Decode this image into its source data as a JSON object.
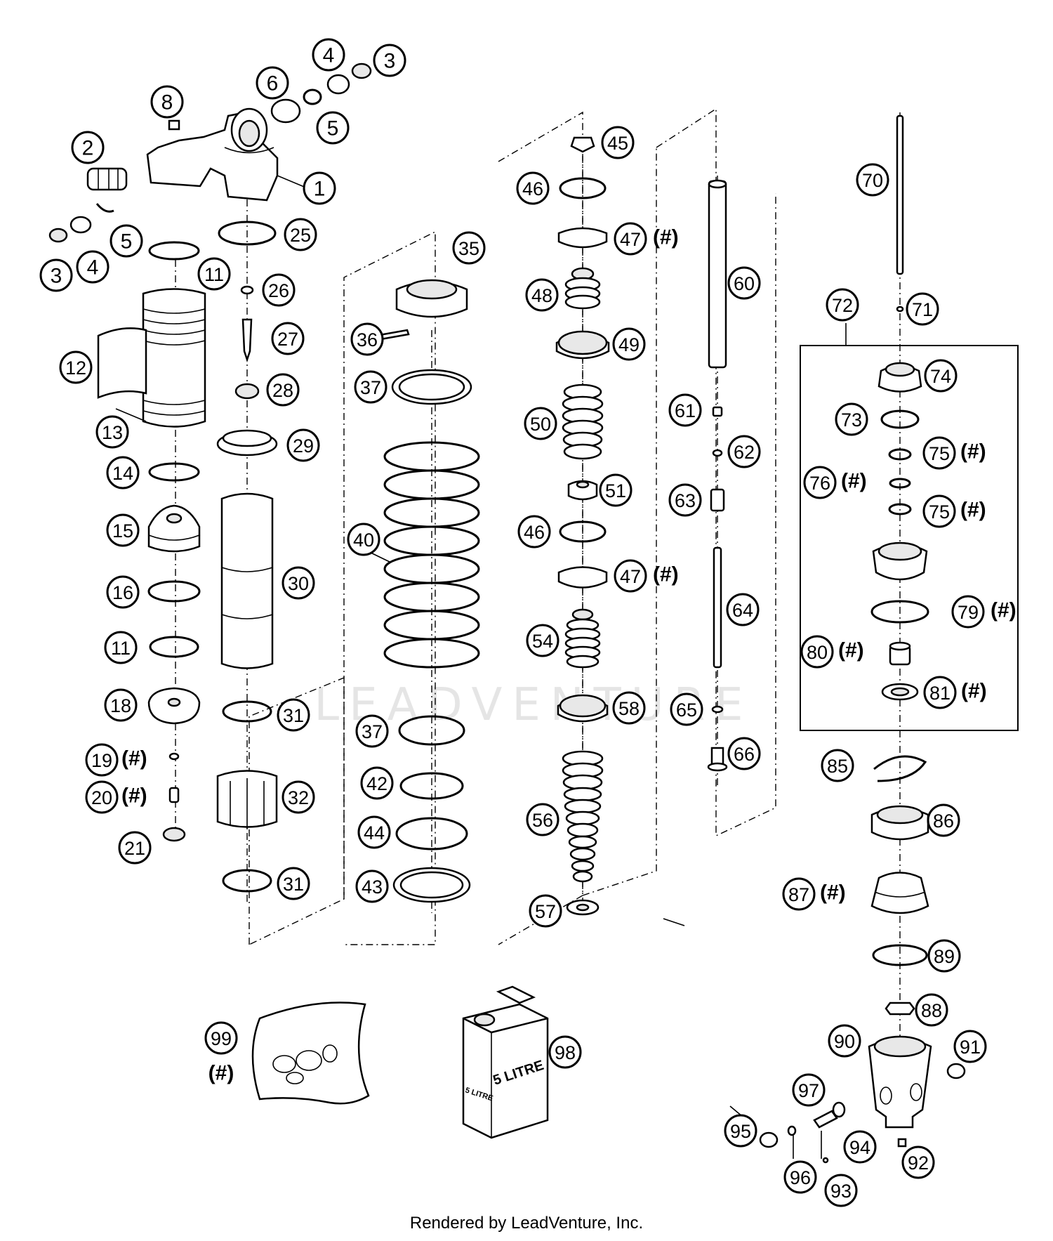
{
  "footer": {
    "credit": "Rendered by LeadVenture, Inc."
  },
  "watermark": {
    "text": "LEADVENTURE"
  },
  "oil_can": {
    "label_front": "5 LITRE",
    "label_side": "5 LITRE"
  },
  "callouts": [
    {
      "id": "c1",
      "num": "1"
    },
    {
      "id": "c2",
      "num": "2"
    },
    {
      "id": "c3a",
      "num": "3"
    },
    {
      "id": "c3b",
      "num": "3"
    },
    {
      "id": "c4a",
      "num": "4"
    },
    {
      "id": "c4b",
      "num": "4"
    },
    {
      "id": "c5a",
      "num": "5"
    },
    {
      "id": "c5b",
      "num": "5"
    },
    {
      "id": "c6",
      "num": "6"
    },
    {
      "id": "c8",
      "num": "8"
    },
    {
      "id": "c11a",
      "num": "11"
    },
    {
      "id": "c11b",
      "num": "11"
    },
    {
      "id": "c12",
      "num": "12"
    },
    {
      "id": "c13",
      "num": "13"
    },
    {
      "id": "c14",
      "num": "14"
    },
    {
      "id": "c15",
      "num": "15"
    },
    {
      "id": "c16",
      "num": "16"
    },
    {
      "id": "c18",
      "num": "18"
    },
    {
      "id": "c19",
      "num": "19",
      "hash": true
    },
    {
      "id": "c20",
      "num": "20",
      "hash": true
    },
    {
      "id": "c21",
      "num": "21"
    },
    {
      "id": "c25",
      "num": "25"
    },
    {
      "id": "c26",
      "num": "26"
    },
    {
      "id": "c27",
      "num": "27"
    },
    {
      "id": "c28",
      "num": "28"
    },
    {
      "id": "c29",
      "num": "29"
    },
    {
      "id": "c30",
      "num": "30"
    },
    {
      "id": "c31a",
      "num": "31"
    },
    {
      "id": "c31b",
      "num": "31"
    },
    {
      "id": "c32",
      "num": "32"
    },
    {
      "id": "c35",
      "num": "35"
    },
    {
      "id": "c36",
      "num": "36"
    },
    {
      "id": "c37a",
      "num": "37"
    },
    {
      "id": "c37b",
      "num": "37"
    },
    {
      "id": "c40",
      "num": "40"
    },
    {
      "id": "c42",
      "num": "42"
    },
    {
      "id": "c43",
      "num": "43"
    },
    {
      "id": "c44",
      "num": "44"
    },
    {
      "id": "c45",
      "num": "45"
    },
    {
      "id": "c46a",
      "num": "46"
    },
    {
      "id": "c46b",
      "num": "46"
    },
    {
      "id": "c47a",
      "num": "47",
      "hash": true
    },
    {
      "id": "c47b",
      "num": "47",
      "hash": true
    },
    {
      "id": "c48",
      "num": "48"
    },
    {
      "id": "c49",
      "num": "49"
    },
    {
      "id": "c50",
      "num": "50"
    },
    {
      "id": "c51",
      "num": "51"
    },
    {
      "id": "c54",
      "num": "54"
    },
    {
      "id": "c56",
      "num": "56"
    },
    {
      "id": "c57",
      "num": "57"
    },
    {
      "id": "c58",
      "num": "58"
    },
    {
      "id": "c60",
      "num": "60"
    },
    {
      "id": "c61",
      "num": "61"
    },
    {
      "id": "c62",
      "num": "62"
    },
    {
      "id": "c63",
      "num": "63"
    },
    {
      "id": "c64",
      "num": "64"
    },
    {
      "id": "c65",
      "num": "65"
    },
    {
      "id": "c66",
      "num": "66"
    },
    {
      "id": "c70",
      "num": "70"
    },
    {
      "id": "c71",
      "num": "71"
    },
    {
      "id": "c72",
      "num": "72"
    },
    {
      "id": "c73",
      "num": "73"
    },
    {
      "id": "c74",
      "num": "74"
    },
    {
      "id": "c75a",
      "num": "75",
      "hash": true
    },
    {
      "id": "c75b",
      "num": "75",
      "hash": true
    },
    {
      "id": "c76",
      "num": "76",
      "hash": true
    },
    {
      "id": "c79",
      "num": "79",
      "hash": true
    },
    {
      "id": "c80",
      "num": "80",
      "hash": true
    },
    {
      "id": "c81",
      "num": "81",
      "hash": true
    },
    {
      "id": "c85",
      "num": "85"
    },
    {
      "id": "c86",
      "num": "86"
    },
    {
      "id": "c87",
      "num": "87",
      "hash": true
    },
    {
      "id": "c88",
      "num": "88"
    },
    {
      "id": "c89",
      "num": "89"
    },
    {
      "id": "c90",
      "num": "90"
    },
    {
      "id": "c91",
      "num": "91"
    },
    {
      "id": "c92",
      "num": "92"
    },
    {
      "id": "c93",
      "num": "93"
    },
    {
      "id": "c94",
      "num": "94"
    },
    {
      "id": "c95",
      "num": "95"
    },
    {
      "id": "c96",
      "num": "96"
    },
    {
      "id": "c97",
      "num": "97"
    },
    {
      "id": "c98",
      "num": "98"
    },
    {
      "id": "c99",
      "num": "99",
      "hash": true
    }
  ],
  "hash_label": "(#)"
}
